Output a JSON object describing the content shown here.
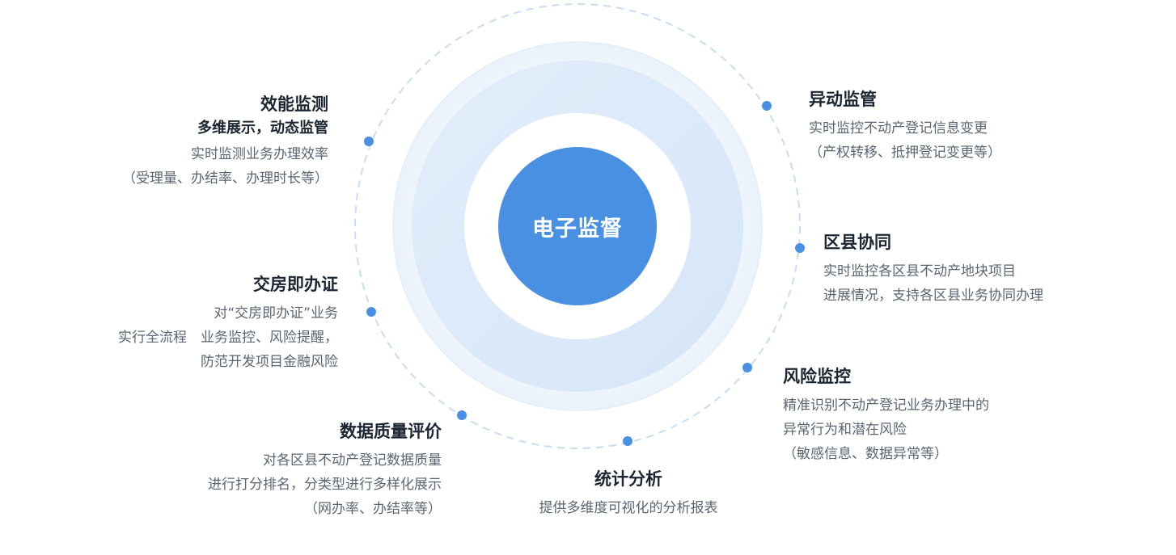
{
  "center": {
    "label": "电子监督"
  },
  "colors": {
    "accent": "#4a90e2",
    "ring": "#c8ddf4",
    "text": "#1c2532",
    "muted": "#5b6572"
  },
  "items": [
    {
      "title": "效能监测",
      "subtitle": "多维展示，动态监管",
      "desc": [
        "实时监测业务办理效率",
        "（受理量、办结率、办理时长等）"
      ]
    },
    {
      "title": "交房即办证",
      "subtitle": "",
      "desc": [
        "对“交房即办证”业务",
        "实行全流程　业务监控、风险提醒，",
        "防范开发项目金融风险"
      ]
    },
    {
      "title": "数据质量评价",
      "subtitle": "",
      "desc": [
        "对各区县不动产登记数据质量",
        "进行打分排名，分类型进行多样化展示",
        "（网办率、办结率等）"
      ]
    },
    {
      "title": "统计分析",
      "subtitle": "",
      "desc": [
        "提供多维度可视化的分析报表"
      ]
    },
    {
      "title": "风险监控",
      "subtitle": "",
      "desc": [
        "精准识别不动产登记业务办理中的",
        "异常行为和潜在风险",
        "（敏感信息、数据异常等）"
      ]
    },
    {
      "title": "区县协同",
      "subtitle": "",
      "desc": [
        "实时监控各区县不动产地块项目",
        "进展情况，支持各区县业务协同办理"
      ]
    },
    {
      "title": "异动监管",
      "subtitle": "",
      "desc": [
        "实时监控不动产登记信息变更",
        "（产权转移、抵押登记变更等）"
      ]
    }
  ]
}
